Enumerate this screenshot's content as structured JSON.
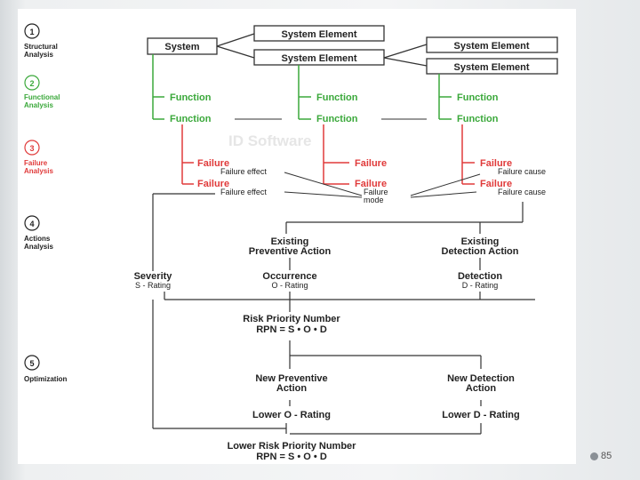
{
  "colors": {
    "structure": "#222222",
    "function": "#3aa83a",
    "failure": "#e03a3a",
    "line": "#333333"
  },
  "steps": [
    {
      "num": "1",
      "label_lines": [
        "Structural",
        "Analysis"
      ],
      "color": "#222222"
    },
    {
      "num": "2",
      "label_lines": [
        "Functional",
        "Analysis"
      ],
      "color": "#3aa83a"
    },
    {
      "num": "3",
      "label_lines": [
        "Failure",
        "Analysis"
      ],
      "color": "#e03a3a"
    },
    {
      "num": "4",
      "label_lines": [
        "Actions",
        "Analysis"
      ],
      "color": "#222222"
    },
    {
      "num": "5",
      "label_lines": [
        "Optimization"
      ],
      "color": "#222222"
    }
  ],
  "structure": {
    "system": "System",
    "element": "System Element"
  },
  "function": {
    "label": "Function"
  },
  "failure": {
    "label": "Failure",
    "effect": "Failure effect",
    "cause": "Failure cause",
    "mode_lines": [
      "Failure",
      "mode"
    ]
  },
  "watermark": "ID Software",
  "actions": {
    "existing_preventive": [
      "Existing",
      "Preventive Action"
    ],
    "existing_detection": [
      "Existing",
      "Detection Action"
    ],
    "severity": [
      "Severity",
      "S - Rating"
    ],
    "occurrence": [
      "Occurrence",
      "O - Rating"
    ],
    "detection": [
      "Detection",
      "D - Rating"
    ],
    "rpn": [
      "Risk Priority Number",
      "RPN = S • O • D"
    ]
  },
  "optimization": {
    "new_preventive": [
      "New Preventive",
      "Action"
    ],
    "new_detection": [
      "New Detection",
      "Action"
    ],
    "lower_o": "Lower O - Rating",
    "lower_d": "Lower D - Rating",
    "lower_rpn": [
      "Lower Risk Priority Number",
      "RPN = S • O • D"
    ]
  },
  "page_number": "85"
}
